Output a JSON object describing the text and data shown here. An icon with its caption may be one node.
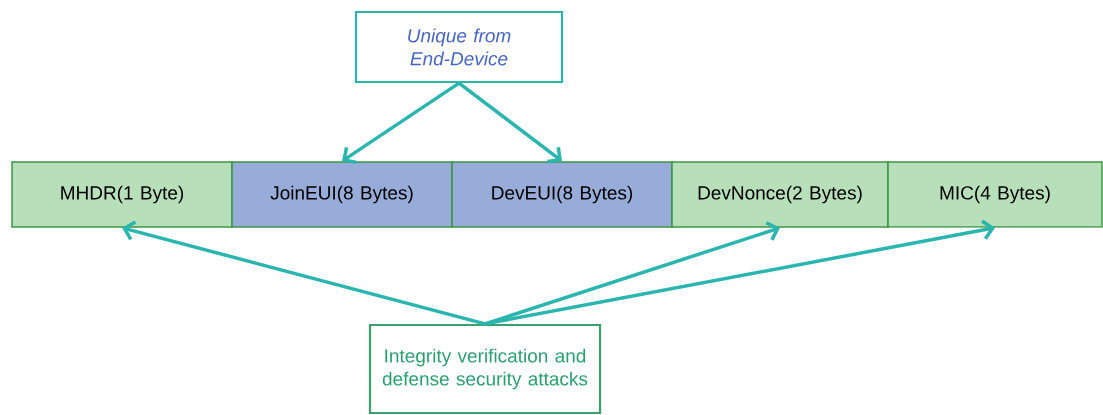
{
  "diagram": {
    "nodes": [
      {
        "text": [
          "Unique from End-Device"
        ]
      },
      {
        "text": [
          "MHDR(1 Byte)"
        ]
      },
      {
        "text": [
          "JoinEUI(8 Bytes)"
        ]
      },
      {
        "text": [
          "DevEUI(8 Bytes)"
        ]
      },
      {
        "text": [
          "DevNonce(2 Bytes)"
        ]
      },
      {
        "text": [
          "MIC(4 Bytes)"
        ]
      },
      {
        "text": [
          "Integrity verification and defense security attacks"
        ]
      }
    ],
    "edges": [
      {
        "from": 0,
        "to": 2,
        "arrow": "to"
      },
      {
        "from": 0,
        "to": 3,
        "arrow": "to"
      },
      {
        "from": 6,
        "to": 1,
        "arrow": "to"
      },
      {
        "from": 6,
        "to": 4,
        "arrow": "to"
      },
      {
        "from": 6,
        "to": 5,
        "arrow": "to"
      }
    ]
  }
}
